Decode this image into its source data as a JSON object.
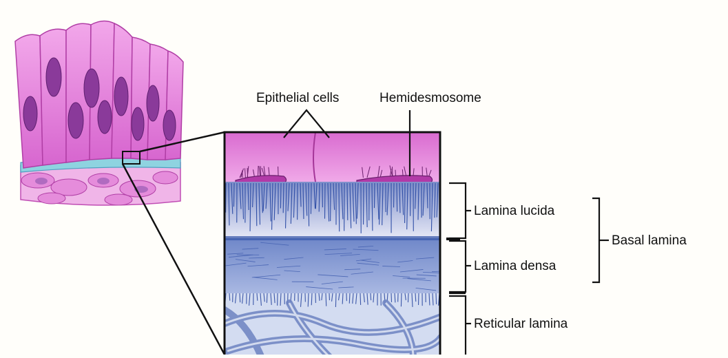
{
  "labels": {
    "epithelial_cells": "Epithelial cells",
    "hemidesmosome": "Hemidesmosome",
    "lamina_lucida": "Lamina lucida",
    "lamina_densa": "Lamina densa",
    "basal_lamina": "Basal lamina",
    "reticular_lamina": "Reticular lamina"
  },
  "colors": {
    "cell_pink": "#e07ad6",
    "cell_dark": "#c24fb8",
    "nucleus": "#8a3a9a",
    "lamina_blue": "#3a5fb0",
    "lamina_light": "#cfd6ee",
    "densa": "#8fa3d6",
    "reticular": "#b7c4e6",
    "outline": "#111111"
  }
}
